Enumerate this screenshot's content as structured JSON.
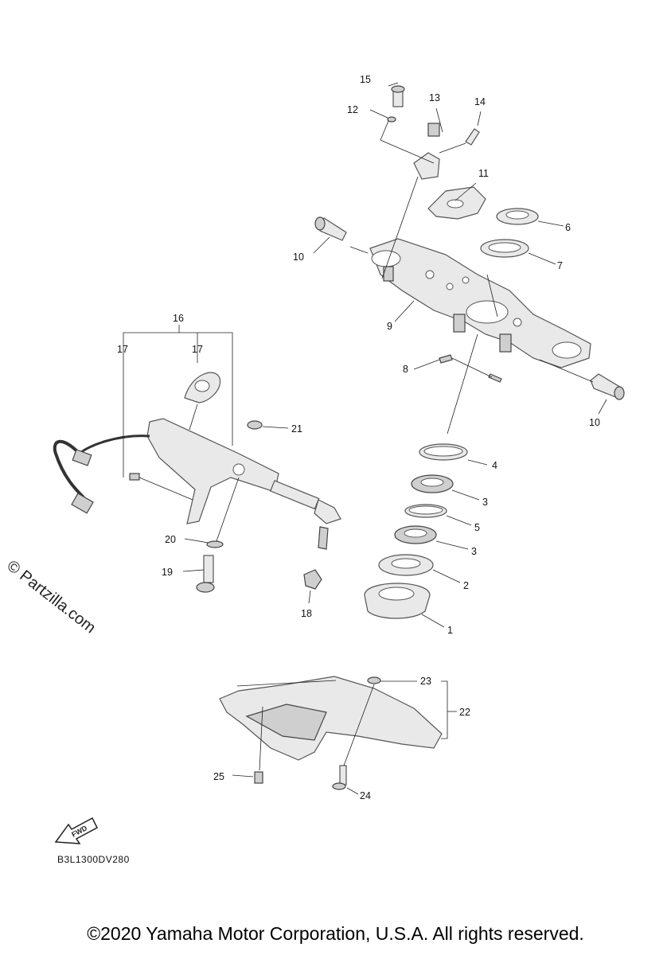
{
  "callouts": [
    "1",
    "2",
    "3",
    "3",
    "4",
    "5",
    "6",
    "7",
    "8",
    "9",
    "10",
    "10",
    "11",
    "12",
    "13",
    "14",
    "15",
    "16",
    "17",
    "17",
    "18",
    "19",
    "20",
    "21",
    "22",
    "23",
    "24",
    "25"
  ],
  "fwd_label": "FWD",
  "watermark": "© Partzilla.com",
  "diagram_code": "B3L1300DV280",
  "copyright": "©2020 Yamaha Motor Corporation, U.S.A. All rights reserved."
}
